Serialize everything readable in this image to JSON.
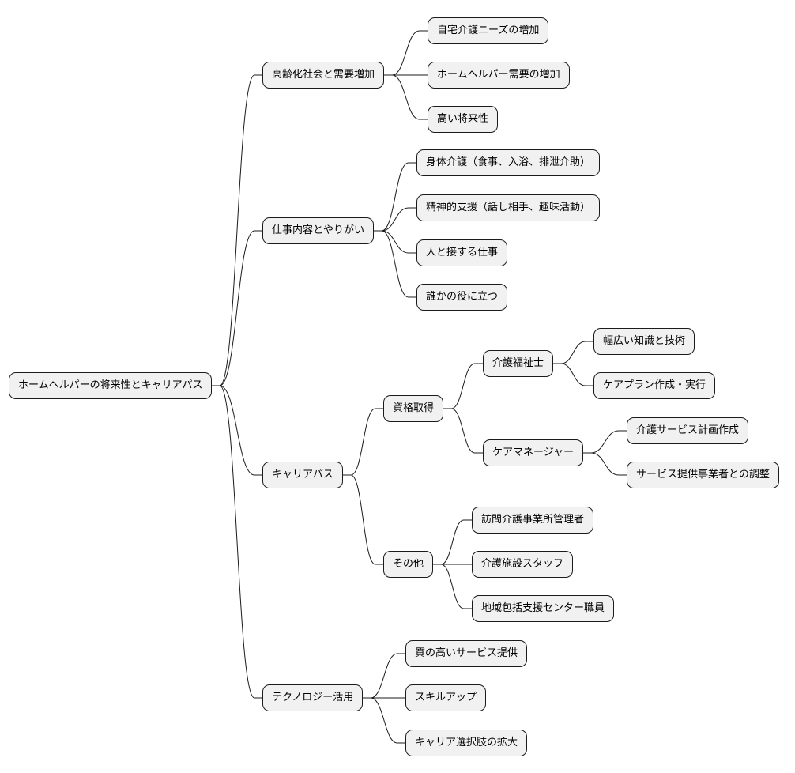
{
  "mindmap": {
    "root": "ホームヘルパーの将来性とキャリアパス",
    "branches": [
      {
        "label": "高齢化社会と需要増加",
        "children": [
          {
            "label": "自宅介護ニーズの増加"
          },
          {
            "label": "ホームヘルパー需要の増加"
          },
          {
            "label": "高い将来性"
          }
        ]
      },
      {
        "label": "仕事内容とやりがい",
        "children": [
          {
            "label": "身体介護（食事、入浴、排泄介助）"
          },
          {
            "label": "精神的支援（話し相手、趣味活動）"
          },
          {
            "label": "人と接する仕事"
          },
          {
            "label": "誰かの役に立つ"
          }
        ]
      },
      {
        "label": "キャリアパス",
        "children": [
          {
            "label": "資格取得",
            "children": [
              {
                "label": "介護福祉士",
                "children": [
                  {
                    "label": "幅広い知識と技術"
                  },
                  {
                    "label": "ケアプラン作成・実行"
                  }
                ]
              },
              {
                "label": "ケアマネージャー",
                "children": [
                  {
                    "label": "介護サービス計画作成"
                  },
                  {
                    "label": "サービス提供事業者との調整"
                  }
                ]
              }
            ]
          },
          {
            "label": "その他",
            "children": [
              {
                "label": "訪問介護事業所管理者"
              },
              {
                "label": "介護施設スタッフ"
              },
              {
                "label": "地域包括支援センター職員"
              }
            ]
          }
        ]
      },
      {
        "label": "テクノロジー活用",
        "children": [
          {
            "label": "質の高いサービス提供"
          },
          {
            "label": "スキルアップ"
          },
          {
            "label": "キャリア選択肢の拡大"
          }
        ]
      }
    ]
  }
}
